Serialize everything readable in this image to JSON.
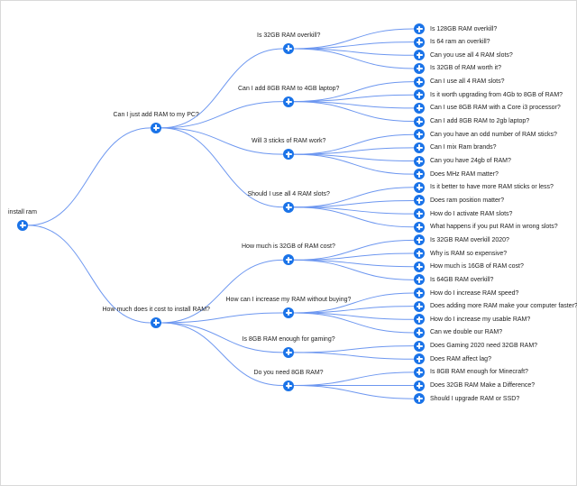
{
  "tree": {
    "label": "install ram",
    "children": [
      {
        "label": "Can I just add RAM to my PC?",
        "children": [
          {
            "label": "Is 32GB RAM overkill?",
            "children": [
              {
                "label": "Is 128GB RAM overkill?"
              },
              {
                "label": "Is 64 ram an overkill?"
              },
              {
                "label": "Can you use all 4 RAM slots?"
              },
              {
                "label": "Is 32GB of RAM worth it?"
              }
            ]
          },
          {
            "label": "Can I add 8GB RAM to 4GB laptop?",
            "children": [
              {
                "label": "Can I use all 4 RAM slots?"
              },
              {
                "label": "Is it worth upgrading from 4Gb to 8GB of RAM?"
              },
              {
                "label": "Can I use 8GB RAM with a Core i3 processor?"
              },
              {
                "label": "Can I add 8GB RAM to 2gb laptop?"
              }
            ]
          },
          {
            "label": "Will 3 sticks of RAM work?",
            "children": [
              {
                "label": "Can you have an odd number of RAM sticks?"
              },
              {
                "label": "Can I mix Ram brands?"
              },
              {
                "label": "Can you have 24gb of RAM?"
              },
              {
                "label": "Does MHz RAM matter?"
              }
            ]
          },
          {
            "label": "Should I use all 4 RAM slots?",
            "children": [
              {
                "label": "Is it better to have more RAM sticks or less?"
              },
              {
                "label": "Does ram position matter?"
              },
              {
                "label": "How do I activate RAM slots?"
              },
              {
                "label": "What happens if you put RAM in wrong slots?"
              }
            ]
          }
        ]
      },
      {
        "label": "How much does it cost to install RAM?",
        "children": [
          {
            "label": "How much is 32GB of RAM cost?",
            "children": [
              {
                "label": "Is 32GB RAM overkill 2020?"
              },
              {
                "label": "Why is RAM so expensive?"
              },
              {
                "label": "How much is 16GB of RAM cost?"
              },
              {
                "label": "Is 64GB RAM overkill?"
              }
            ]
          },
          {
            "label": "How can I increase my RAM without buying?",
            "children": [
              {
                "label": "How do I increase RAM speed?"
              },
              {
                "label": "Does adding more RAM make your computer faster?"
              },
              {
                "label": "How do I increase my usable RAM?"
              },
              {
                "label": "Can we double our RAM?"
              }
            ]
          },
          {
            "label": "Is 8GB RAM enough for gaming?",
            "children": [
              {
                "label": "Does Gaming 2020 need 32GB RAM?"
              },
              {
                "label": "Does RAM affect lag?"
              }
            ]
          },
          {
            "label": "Do you need 8GB RAM?",
            "children": [
              {
                "label": "Is 8GB RAM enough for Minecraft?"
              },
              {
                "label": "Does 32GB RAM Make a Difference?"
              },
              {
                "label": "Should I upgrade RAM or SSD?"
              }
            ]
          }
        ]
      }
    ]
  },
  "colors": {
    "link": "#6d97f0",
    "node": "#1a73e8",
    "text": "#222222"
  }
}
